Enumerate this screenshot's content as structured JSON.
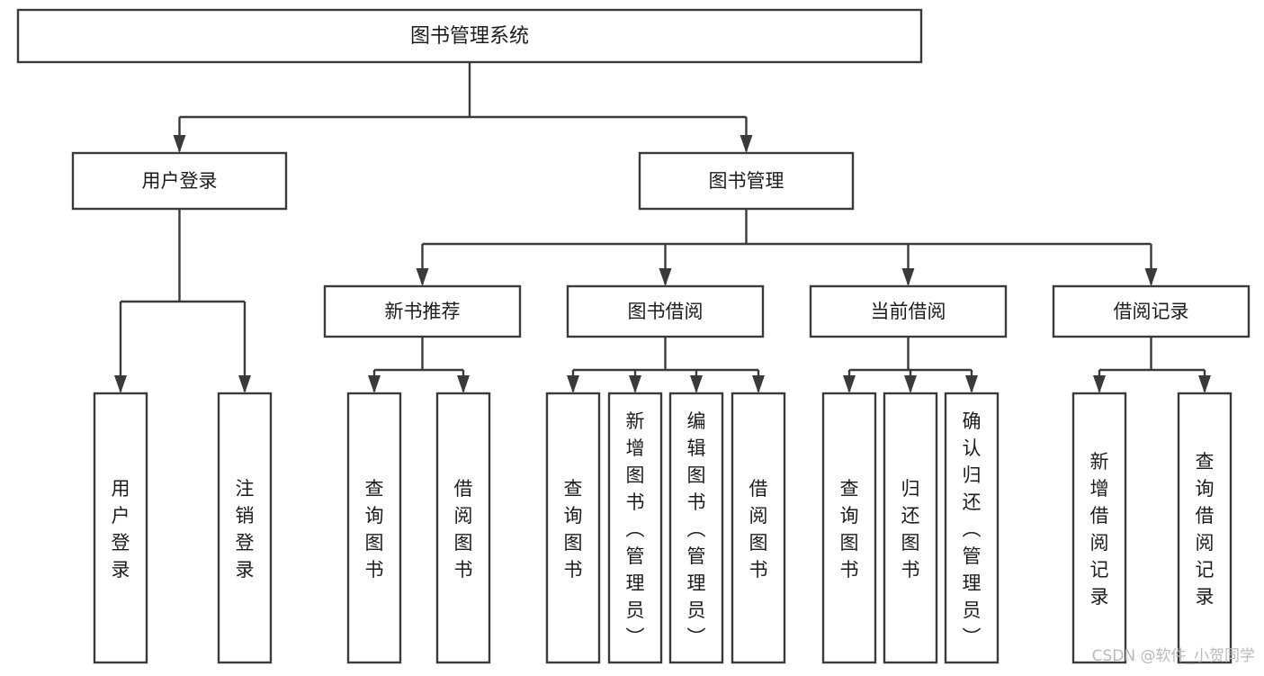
{
  "diagram": {
    "title": "图书管理系统",
    "type": "tree",
    "root": {
      "id": "root",
      "label": "图书管理系统"
    },
    "level2": [
      {
        "id": "user-login",
        "label": "用户登录"
      },
      {
        "id": "book-manage",
        "label": "图书管理"
      }
    ],
    "level3": [
      {
        "id": "new-book-recommend",
        "label": "新书推荐",
        "parent": "book-manage"
      },
      {
        "id": "book-borrow",
        "label": "图书借阅",
        "parent": "book-manage"
      },
      {
        "id": "current-borrow",
        "label": "当前借阅",
        "parent": "book-manage"
      },
      {
        "id": "borrow-record",
        "label": "借阅记录",
        "parent": "book-manage"
      }
    ],
    "leaves": [
      {
        "id": "leaf-user-login",
        "label": "用户登录",
        "parent": "user-login"
      },
      {
        "id": "leaf-logout-login",
        "label": "注销登录",
        "parent": "user-login"
      },
      {
        "id": "leaf-query-book-1",
        "label": "查询图书",
        "parent": "new-book-recommend"
      },
      {
        "id": "leaf-borrow-book-1",
        "label": "借阅图书",
        "parent": "new-book-recommend"
      },
      {
        "id": "leaf-query-book-2",
        "label": "查询图书",
        "parent": "book-borrow"
      },
      {
        "id": "leaf-add-book",
        "label": "新增图书（管理员）",
        "parent": "book-borrow"
      },
      {
        "id": "leaf-edit-book",
        "label": "编辑图书（管理员）",
        "parent": "book-borrow"
      },
      {
        "id": "leaf-borrow-book-2",
        "label": "借阅图书",
        "parent": "book-borrow"
      },
      {
        "id": "leaf-query-book-3",
        "label": "查询图书",
        "parent": "current-borrow"
      },
      {
        "id": "leaf-return-book",
        "label": "归还图书",
        "parent": "current-borrow"
      },
      {
        "id": "leaf-confirm-return",
        "label": "确认归还（管理员）",
        "parent": "current-borrow"
      },
      {
        "id": "leaf-add-borrow-record",
        "label": "新增借阅记录",
        "parent": "borrow-record"
      },
      {
        "id": "leaf-query-borrow-record",
        "label": "查询借阅记录",
        "parent": "borrow-record"
      }
    ],
    "colors": {
      "box_stroke": "#3a3a3a",
      "box_fill": "#ffffff",
      "text": "#1c1c1c",
      "background": "#ffffff",
      "watermark": "#b9b9b9"
    }
  },
  "watermark": {
    "text": "CSDN @软件_小贺同学"
  }
}
